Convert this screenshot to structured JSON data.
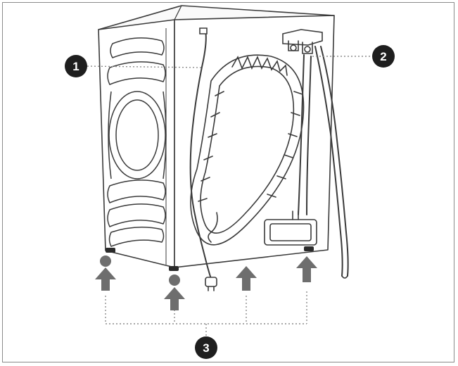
{
  "callouts": [
    {
      "id": "callout-1",
      "label": "1"
    },
    {
      "id": "callout-2",
      "label": "2"
    },
    {
      "id": "callout-3",
      "label": "3"
    }
  ],
  "colors": {
    "outline": "#3a3a3a",
    "callout_fill": "#1e1e1e",
    "arrow": "#6e6e6e",
    "leader": "#8c8c8c"
  },
  "icons": [
    "washer-back-illustration",
    "up-arrow-icon",
    "transport-bolt-cap-icon",
    "power-plug-icon"
  ]
}
